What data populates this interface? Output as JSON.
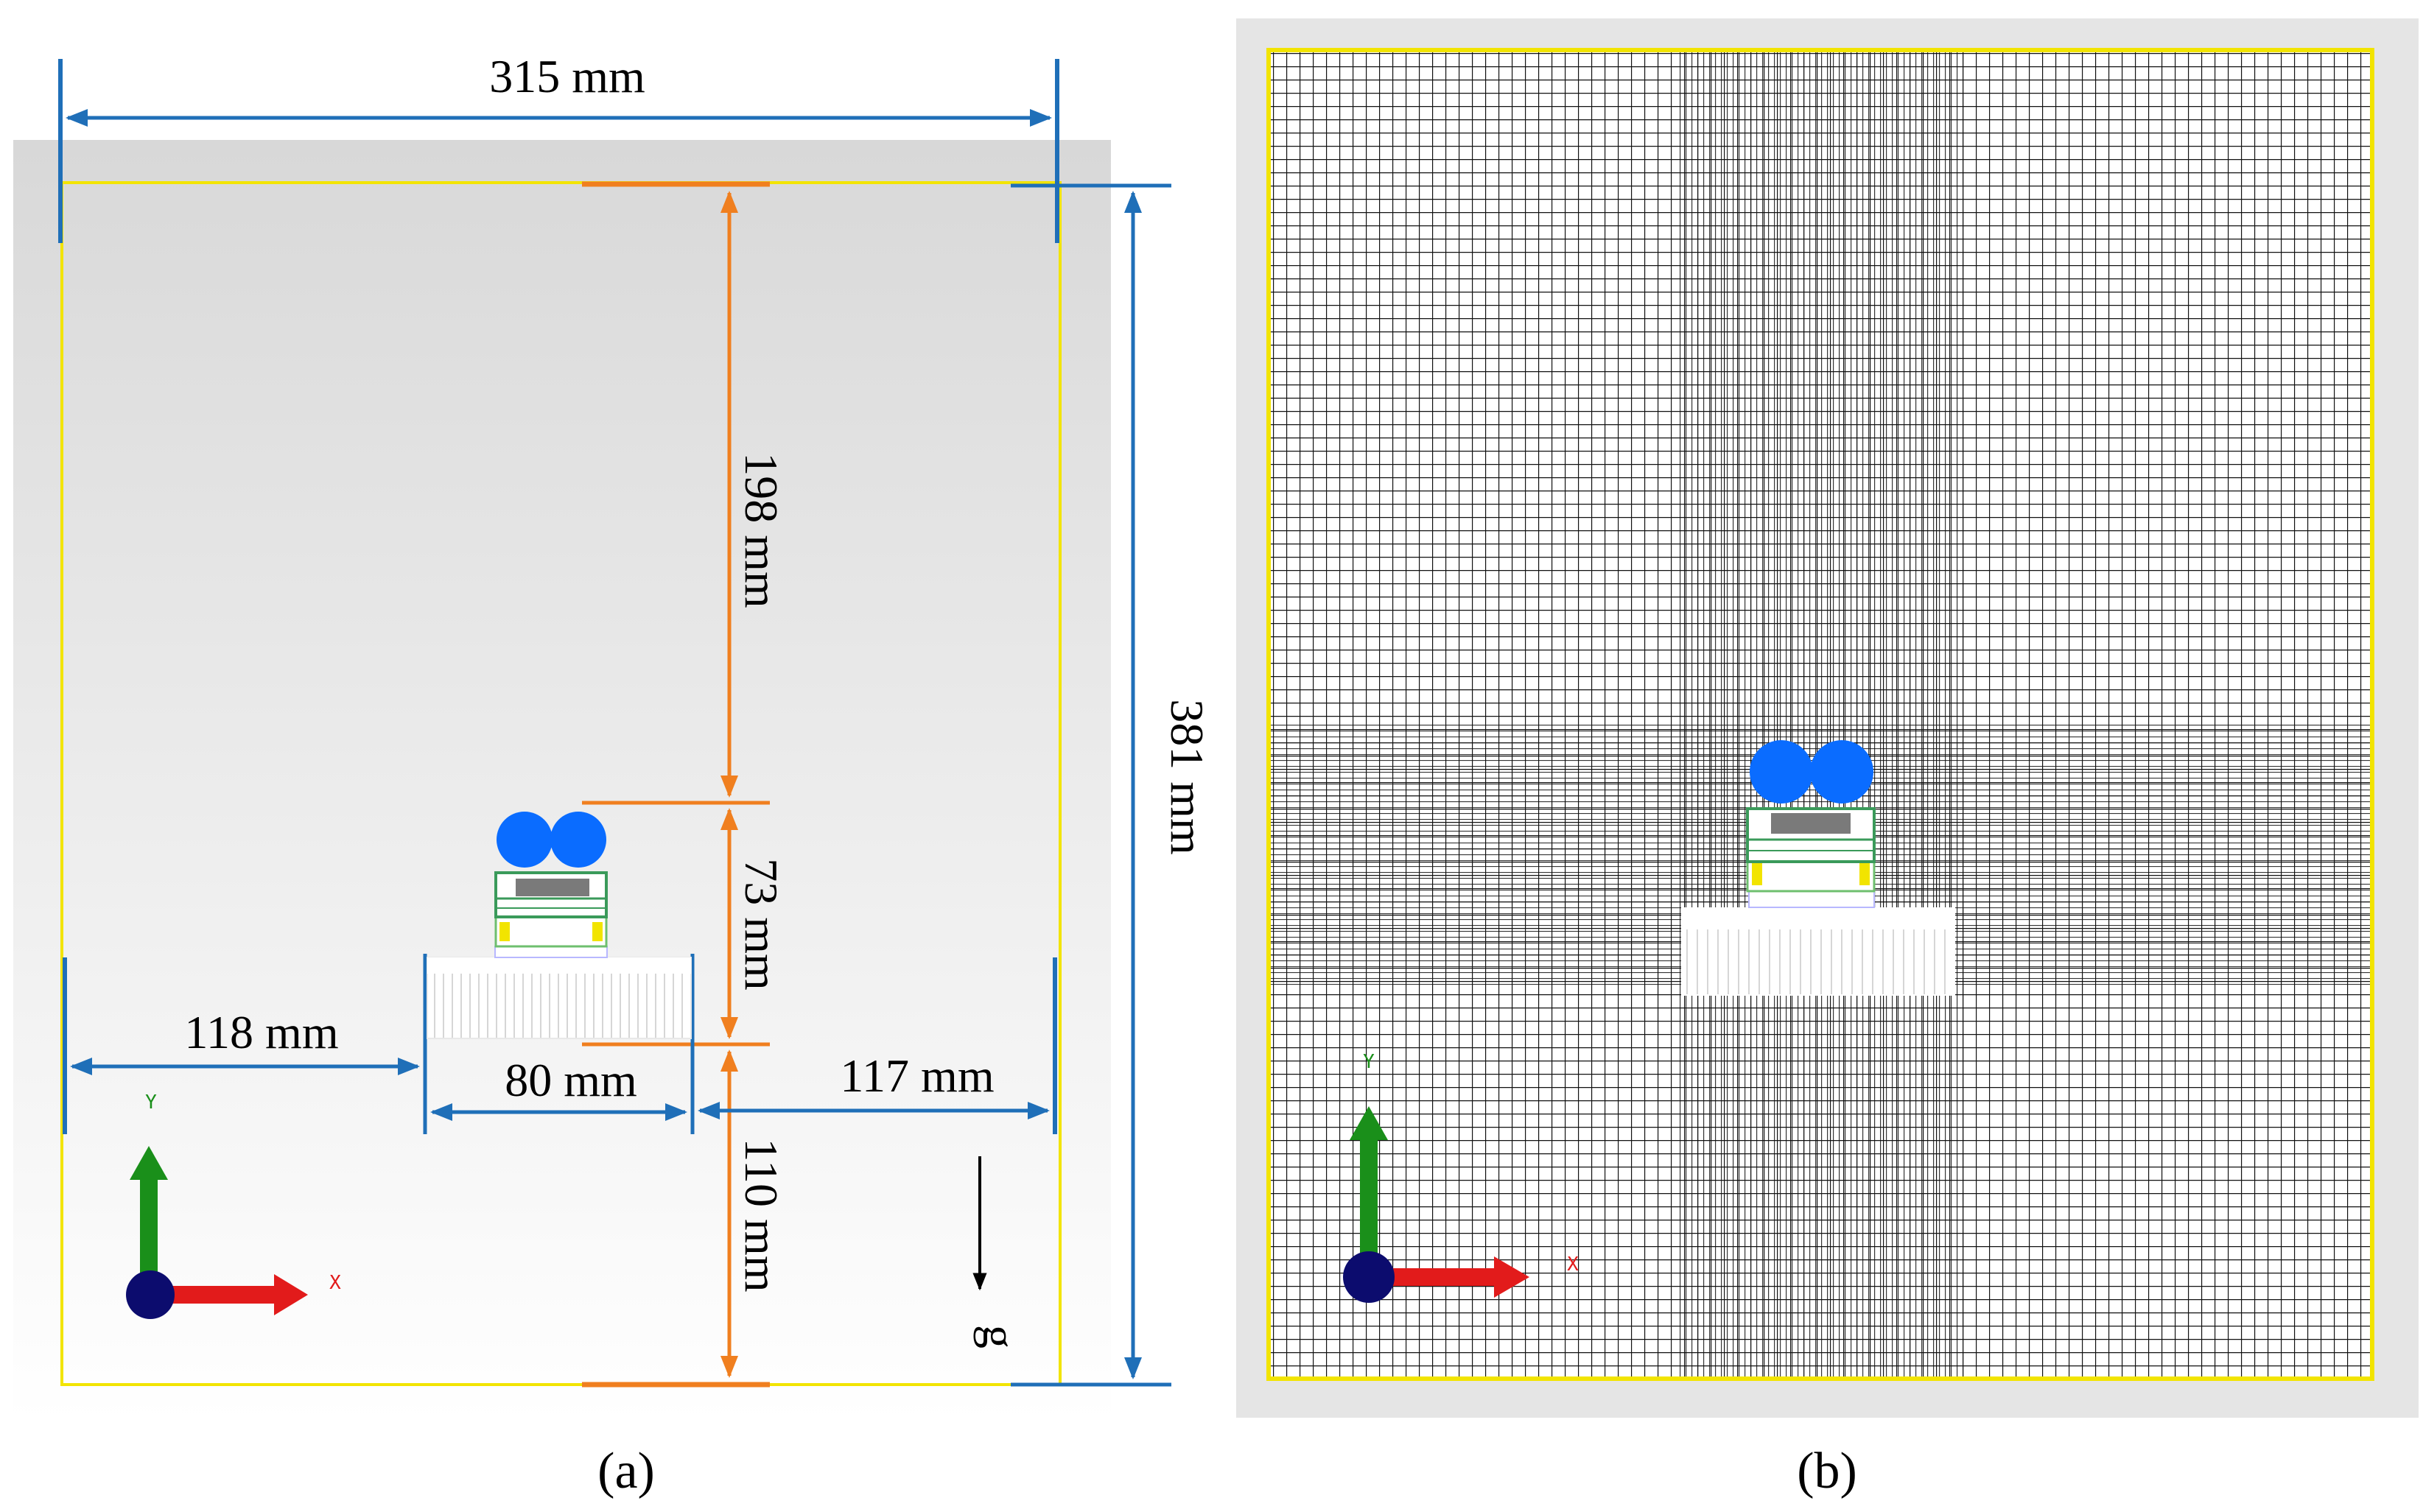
{
  "panel_a": {
    "caption": "(a)",
    "dimensions": {
      "width_total": "315 mm",
      "height_total": "381 mm",
      "top_gap": "198 mm",
      "device_height": "73 mm",
      "bottom_gap": "110 mm",
      "left_gap": "118 mm",
      "device_width": "80 mm",
      "right_gap": "117 mm"
    },
    "gravity_label": "g",
    "axes": {
      "x": "X",
      "y": "Y"
    }
  },
  "panel_b": {
    "caption": "(b)",
    "axes": {
      "x": "X",
      "y": "Y"
    }
  },
  "colors": {
    "blue_dimension": "#1f6fb8",
    "orange_dimension": "#f07f1f",
    "domain_border": "#f2e400",
    "sphere": "#0a6cff",
    "axis_y": "#1a8f1a",
    "axis_x": "#e21b1b",
    "axis_origin": "#0c0c6e"
  }
}
